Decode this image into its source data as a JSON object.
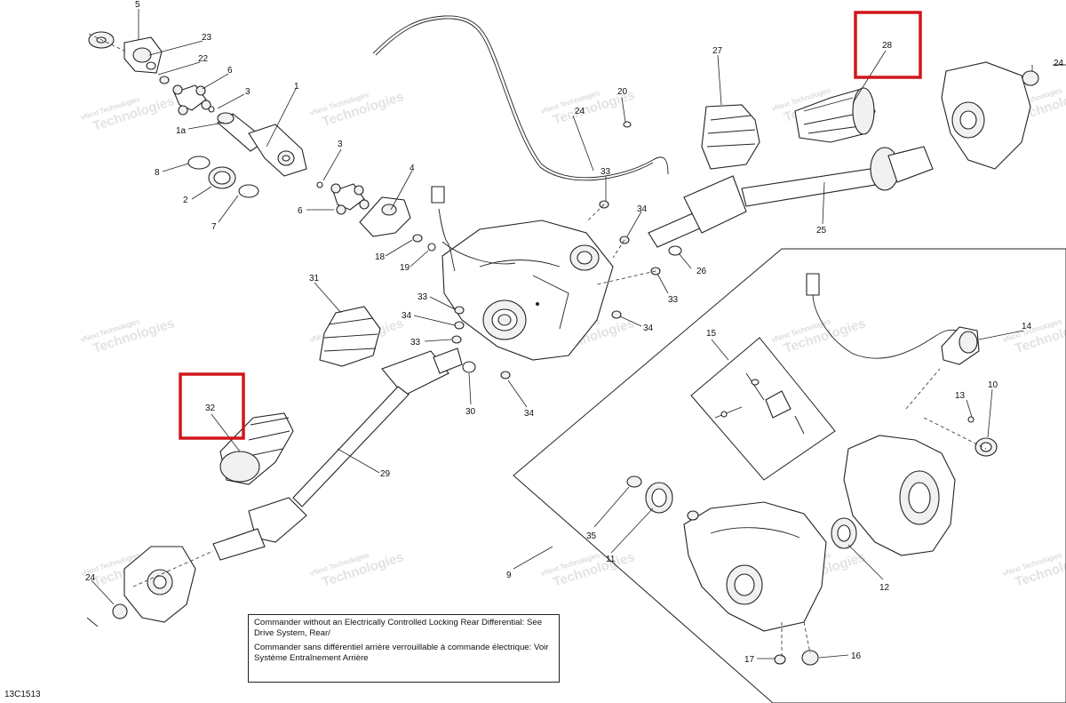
{
  "callouts": {
    "c5": "5",
    "c23": "23",
    "c22": "22",
    "c6a": "6",
    "c3a": "3",
    "c1": "1",
    "c1a": "1a",
    "c8": "8",
    "c2": "2",
    "c7": "7",
    "c3b": "3",
    "c6b": "6",
    "c4": "4",
    "c18": "18",
    "c19": "19",
    "c24a": "24",
    "c20": "20",
    "c33a": "33",
    "c34a": "34",
    "c33b": "33",
    "c34b": "34",
    "c33c": "33",
    "c33d": "33",
    "c34c": "34",
    "c34d": "34",
    "c31": "31",
    "c32": "32",
    "c30": "30",
    "c29": "29",
    "c26": "26",
    "c27": "27",
    "c28": "28",
    "c25": "25",
    "c24b": "24",
    "c15": "15",
    "c14": "14",
    "c13": "13",
    "c10": "10",
    "c9": "9",
    "c35": "35",
    "c11": "11",
    "c12": "12",
    "c17": "17",
    "c16": "16",
    "c24c": "24"
  },
  "watermark": {
    "line1": "vNext Technologies",
    "line2": "Technologies"
  },
  "note": {
    "en": "Commander without an Electrically Controlled Locking Rear Differential: See Drive System, Rear/",
    "fr": "Commander sans différentiel arrière verrouillable à commande électrique: Voir Système Entraînement Arrière"
  },
  "doc_code": "13C1513",
  "colors": {
    "highlight": "#d0161b",
    "line": "#222222",
    "watermark": "#cfcfcf"
  }
}
